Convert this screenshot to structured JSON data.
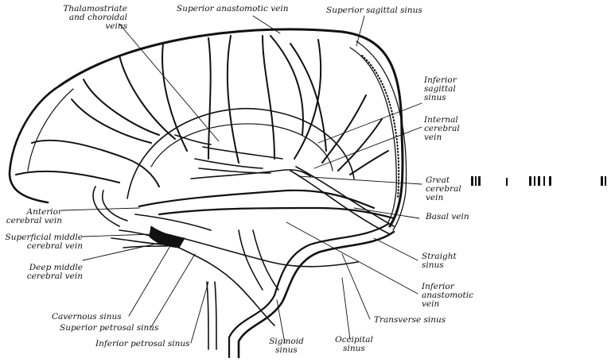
{
  "labels": {
    "thalamostriate": "Thalamostriate\nand choroidal\nveins",
    "sup_anastomotic": "Superior anastomotic vein",
    "sup_sagittal": "Superior sagittal sinus",
    "inf_sagittal": "Inferior\nsagittal\nsinus",
    "internal_cerebral": "Internal\ncerebral\nvein",
    "great_cerebral": "Great\ncerebral\nvein",
    "basal": "Basal vein",
    "anterior_cerebral": "Anterior\ncerebral vein",
    "sup_middle_cerebral": "Superficial middle\ncerebral vein",
    "deep_middle_cerebral": "Deep middle\ncerebral vein",
    "straight": "Straight\nsinus",
    "inf_anastomotic": "Inferior\nanastomotic\nvein",
    "cavernous": "Cavernous sinus",
    "sup_petrosal": "Superior petrosal sinus",
    "transverse": "Transverse sinus",
    "inf_petrosal": "Inferior petrosal sinus",
    "sigmoid": "Sigmoid\nsinus",
    "occipital": "Occipital\nsinus"
  },
  "colors": {
    "ink": "#111111",
    "paper": "#ffffff"
  }
}
